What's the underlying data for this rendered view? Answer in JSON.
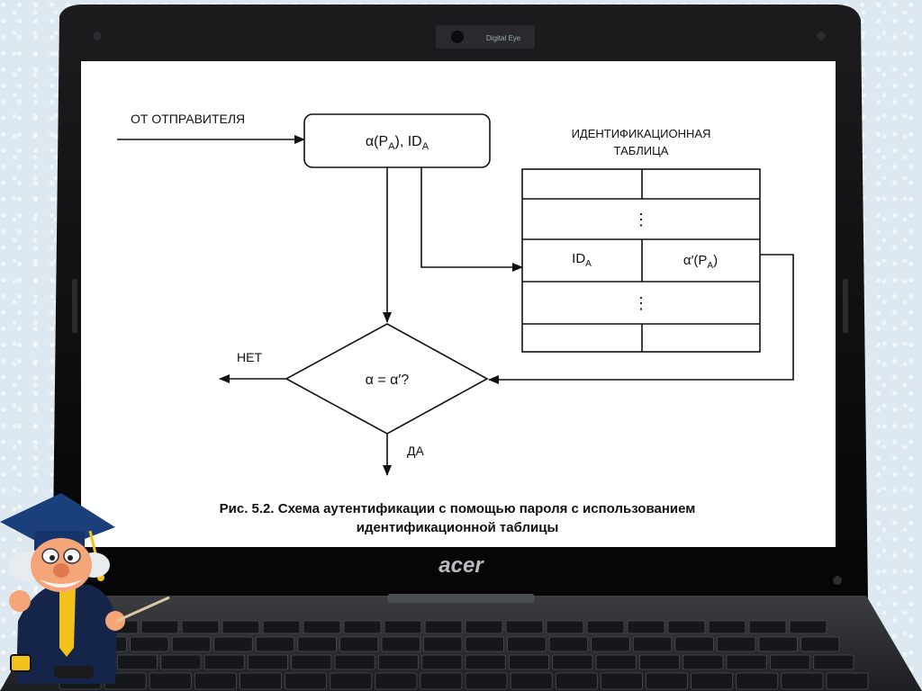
{
  "laptop": {
    "brand": "acer",
    "bezel_badge": "Digital Eye"
  },
  "diagram": {
    "source_label": "ОТ ОТПРАВИТЕЛЯ",
    "input_box": {
      "alpha_text": "α(P",
      "alpha_sub": "A",
      "alpha_close": "), ID",
      "id_sub": "A"
    },
    "table": {
      "title_line1": "ИДЕНТИФИКАЦИОННАЯ",
      "title_line2": "ТАБЛИЦА",
      "row_id": "ID",
      "row_id_sub": "A",
      "row_val": "α′(P",
      "row_val_sub": "A",
      "row_val_close": ")",
      "ellipsis": "⋮"
    },
    "decision": "α = α′?",
    "no_label": "НЕТ",
    "yes_label": "ДА"
  },
  "caption": {
    "line1": "Рис. 5.2. Схема аутентификации с помощью пароля с использованием",
    "line2": "идентификационной таблицы"
  },
  "colors": {
    "bezel": "#111111",
    "screen": "#ffffff",
    "keyboard": "#2b2d30",
    "background": "#dde8f1",
    "mascot_hat": "#1a3f7a",
    "mascot_skin": "#f4a678"
  },
  "icons": [
    "professor-mascot-icon",
    "pointer-stick-icon"
  ]
}
